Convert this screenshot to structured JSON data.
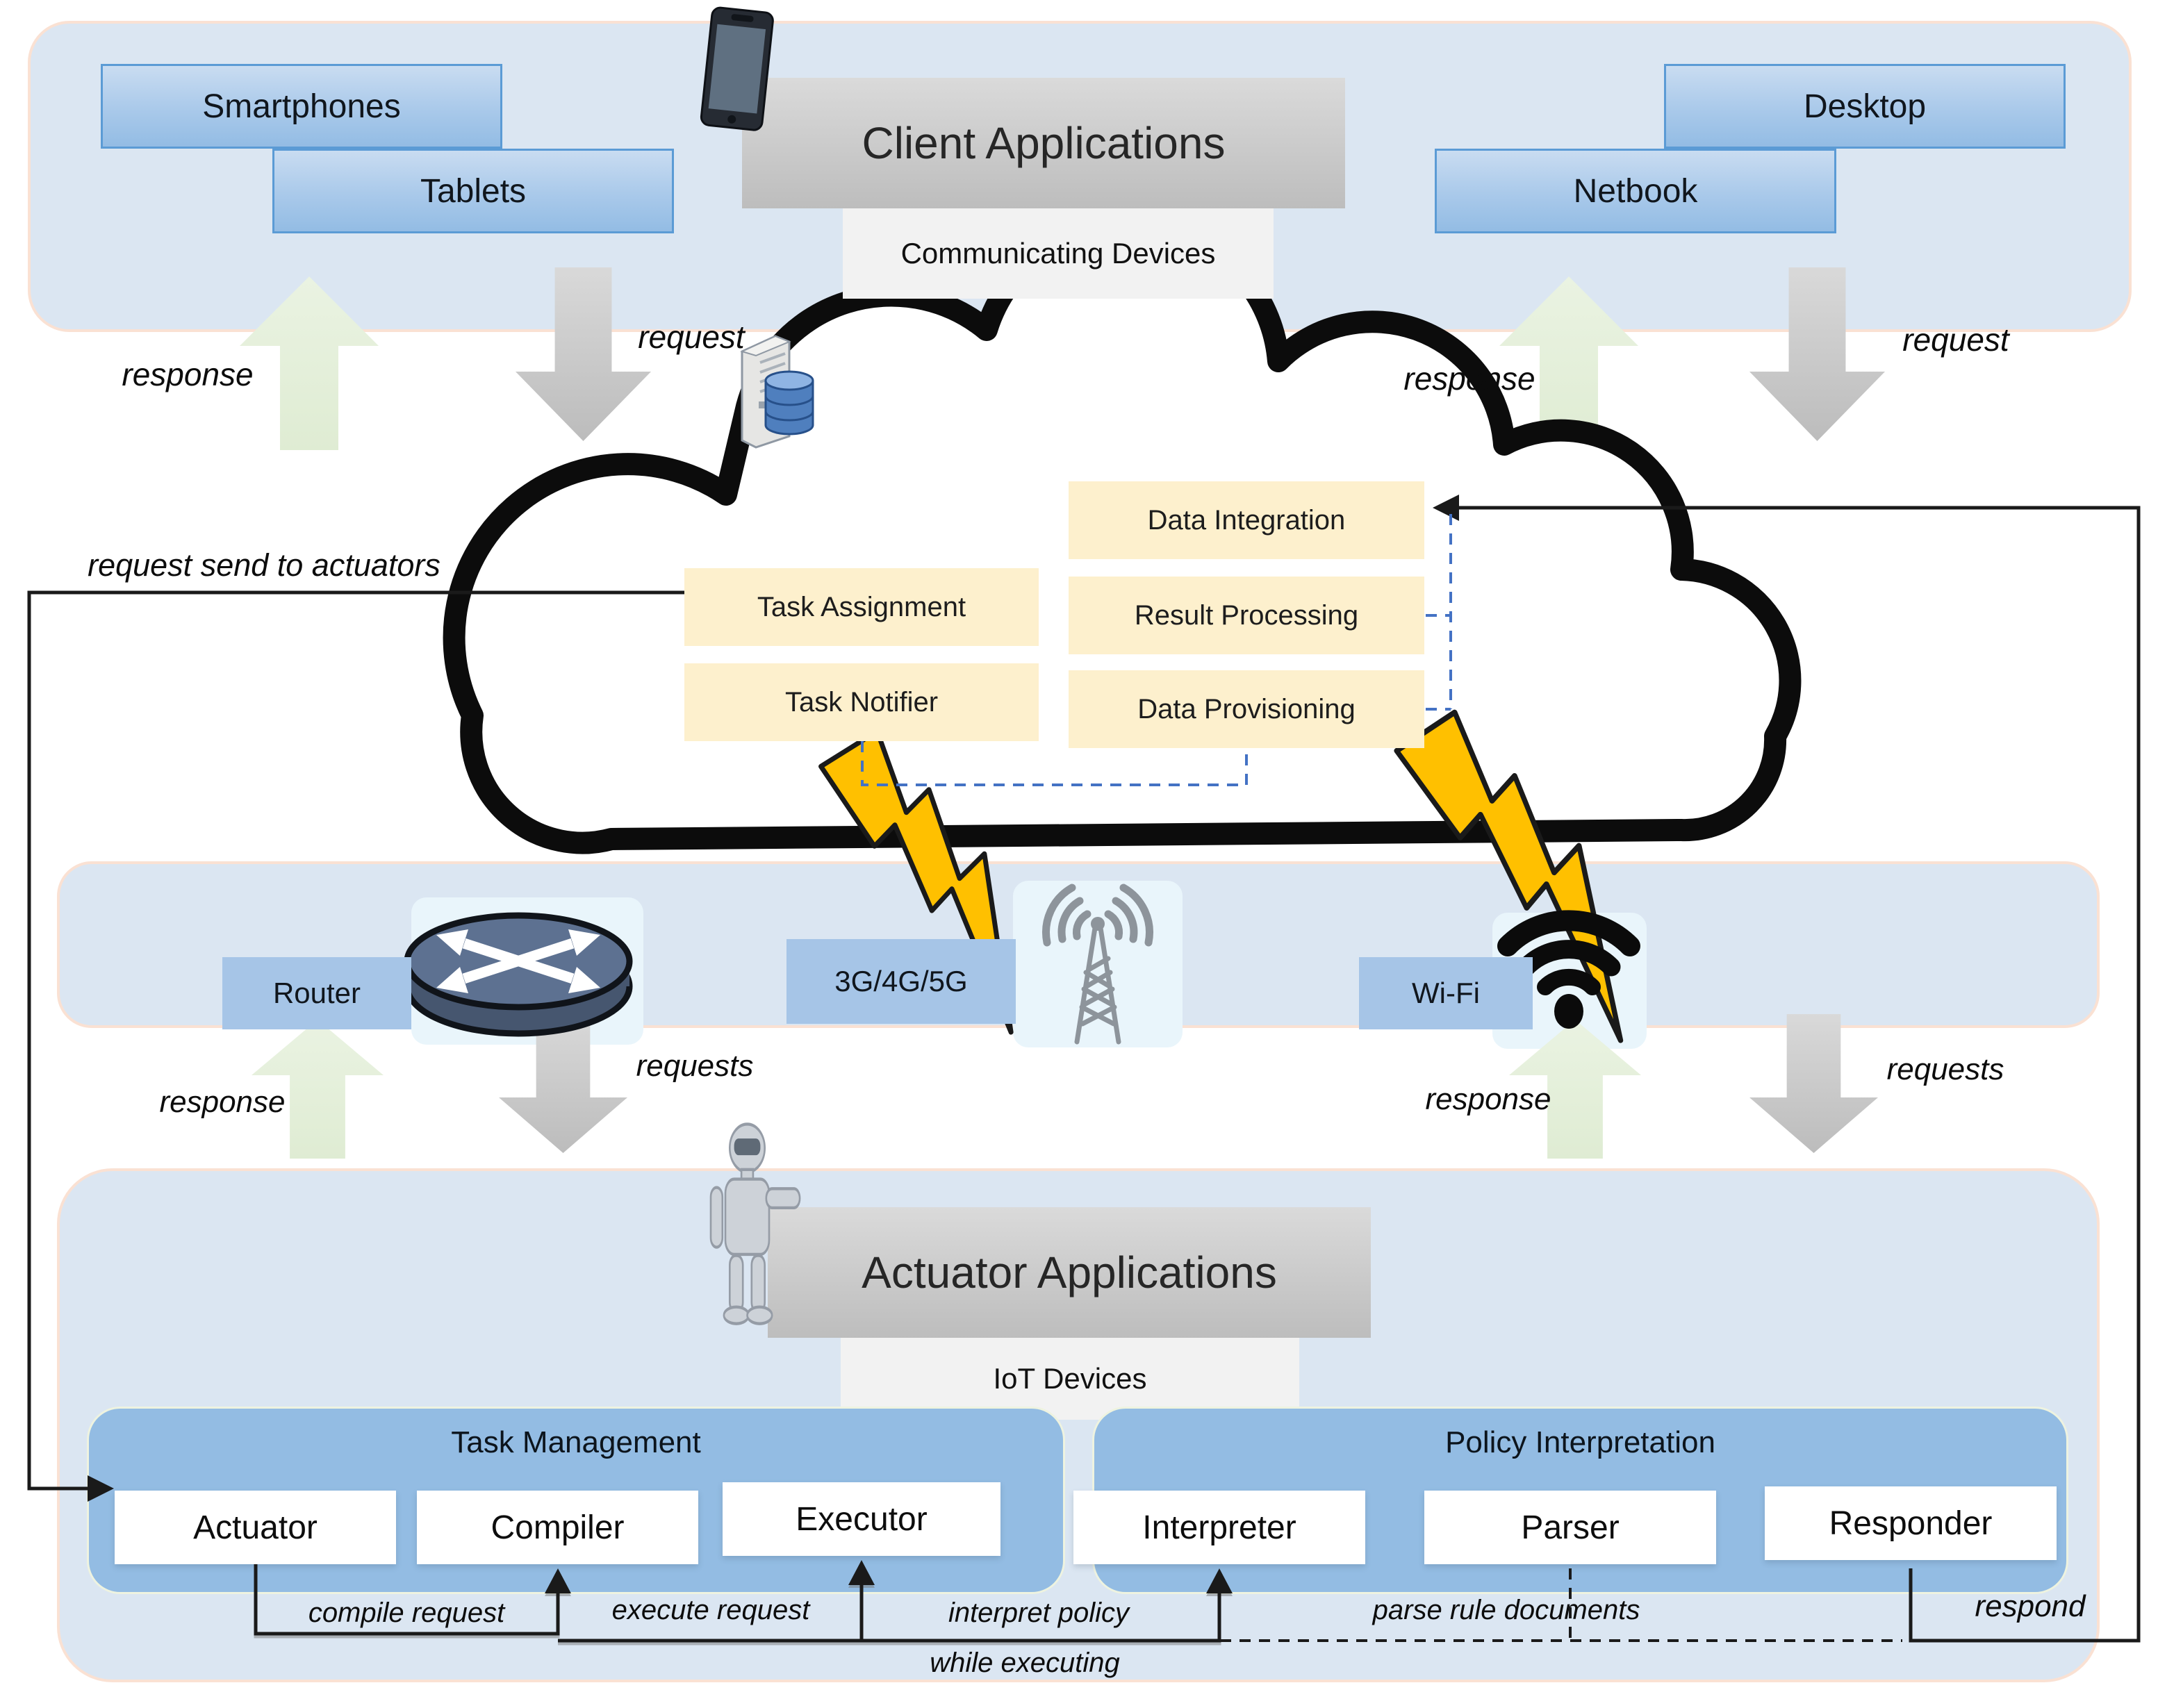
{
  "client_layer": {
    "title": "Client Applications",
    "subtitle": "Communicating Devices",
    "devices": [
      {
        "label": "Smartphones"
      },
      {
        "label": "Tablets"
      },
      {
        "label": "Desktop"
      },
      {
        "label": "Netbook"
      }
    ]
  },
  "cloud": {
    "left_modules": [
      {
        "label": "Task Assignment"
      },
      {
        "label": "Task Notifier"
      }
    ],
    "right_modules": [
      {
        "label": "Data Integration"
      },
      {
        "label": "Result Processing"
      },
      {
        "label": "Data Provisioning"
      }
    ]
  },
  "network_layer": {
    "nodes": [
      {
        "label": "Router"
      },
      {
        "label": "3G/4G/5G"
      },
      {
        "label": "Wi-Fi"
      }
    ]
  },
  "actuator_layer": {
    "title": "Actuator Applications",
    "subtitle": "IoT Devices",
    "groups": [
      {
        "title": "Task Management",
        "components": [
          {
            "label": "Actuator"
          },
          {
            "label": "Compiler"
          },
          {
            "label": "Executor"
          }
        ]
      },
      {
        "title": "Policy Interpretation",
        "components": [
          {
            "label": "Interpreter"
          },
          {
            "label": "Parser"
          },
          {
            "label": "Responder"
          }
        ]
      }
    ]
  },
  "flow_labels": {
    "response": "response",
    "request": "request",
    "requests": "requests",
    "request_to_actuators": "request send to actuators",
    "compile_request": "compile request",
    "execute_request": "execute request",
    "interpret_policy": "interpret policy",
    "while_executing": "while executing",
    "parse_rule_documents": "parse rule documents",
    "respond": "respond"
  },
  "icons": {
    "smartphone": "smartphone-icon",
    "server_database": "server-database-icon",
    "cloud": "cloud-icon",
    "lightning": "lightning-bolt-icon",
    "router": "router-icon",
    "cell_tower": "cell-tower-icon",
    "wifi": "wifi-icon",
    "robot": "robot-icon"
  },
  "colors": {
    "band_fill": "#dbe6f2",
    "band_border": "#fae1d3",
    "module_yellow": "#fdf0cd",
    "node_blue": "#a6c5e7",
    "group_blue": "#93bce3",
    "icon_bg": "#e9f5fb",
    "lightning_yellow": "#ffc000",
    "dashed_blue": "#4472c4",
    "device_box_border": "#5b9bd5",
    "arrow_green": "#e5f0dc",
    "arrow_gray": "#cccccc"
  }
}
